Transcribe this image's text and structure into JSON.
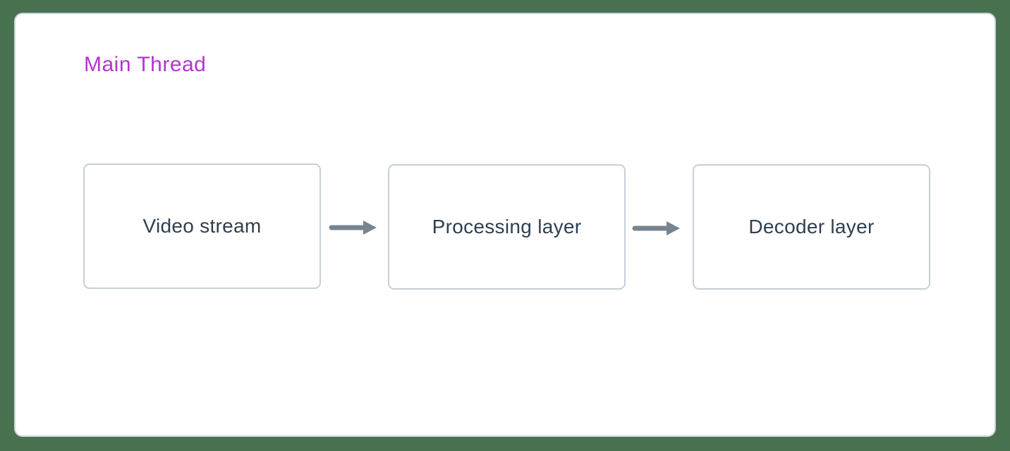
{
  "diagram": {
    "title": "Main Thread",
    "nodes": [
      {
        "id": "video-stream",
        "label": "Video stream"
      },
      {
        "id": "processing-layer",
        "label": "Processing layer"
      },
      {
        "id": "decoder-layer",
        "label": "Decoder layer"
      }
    ],
    "edges": [
      {
        "from": "video-stream",
        "to": "processing-layer",
        "icon": "right-arrow-icon"
      },
      {
        "from": "processing-layer",
        "to": "decoder-layer",
        "icon": "right-arrow-icon"
      }
    ],
    "colors": {
      "page_background": "#48714F",
      "card_background": "#FFFFFF",
      "card_border": "#C9D3DC",
      "node_border": "#C5CFD8",
      "node_text": "#2E3F50",
      "title_text": "#B335CE",
      "arrow": "#77848F"
    }
  }
}
